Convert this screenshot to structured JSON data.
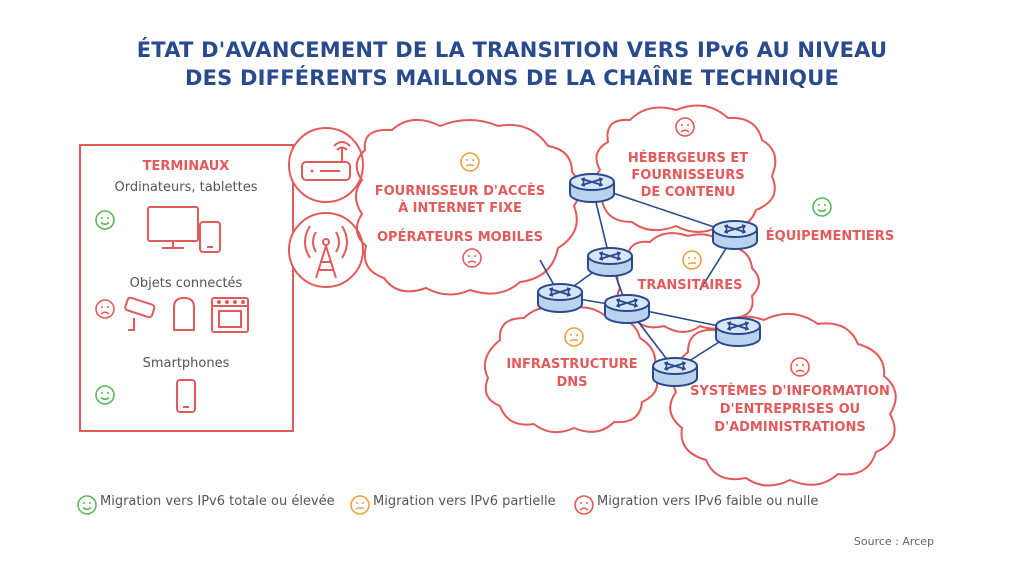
{
  "title": {
    "line1": "ÉTAT D'AVANCEMENT DE LA TRANSITION VERS IPv6 AU NIVEAU",
    "line2": "DES DIFFÉRENTS MAILLONS DE LA CHAÎNE TECHNIQUE"
  },
  "terminaux": {
    "heading": "TERMINAUX",
    "ordinateurs": "Ordinateurs, tablettes",
    "objets": "Objets connectés",
    "smartphones": "Smartphones"
  },
  "nodes": {
    "fai_line1": "FOURNISSEUR D'ACCÈS",
    "fai_line2": "À INTERNET FIXE",
    "mobiles": "OPÉRATEURS MOBILES",
    "heb_line1": "HÉBERGEURS ET",
    "heb_line2": "FOURNISSEURS",
    "heb_line3": "DE CONTENU",
    "equip": "ÉQUIPEMENTIERS",
    "transit": "TRANSITAIRES",
    "dns_line1": "INFRASTRUCTURE",
    "dns_line2": "DNS",
    "si_line1": "SYSTÈMES D'INFORMATION",
    "si_line2": "D'ENTREPRISES OU",
    "si_line3": "D'ADMINISTRATIONS"
  },
  "legend": {
    "green": "Migration vers IPv6 totale ou élevée",
    "orange": "Migration vers IPv6 partielle",
    "red": "Migration vers IPv6 faible ou nulle"
  },
  "source": "Source : Arcep",
  "colors": {
    "accent": "#e35a5a",
    "title": "#2a4a8e",
    "green": "#5cb85c",
    "orange": "#f0a040",
    "red": "#e35a5a",
    "router": "#2a4a8e"
  }
}
